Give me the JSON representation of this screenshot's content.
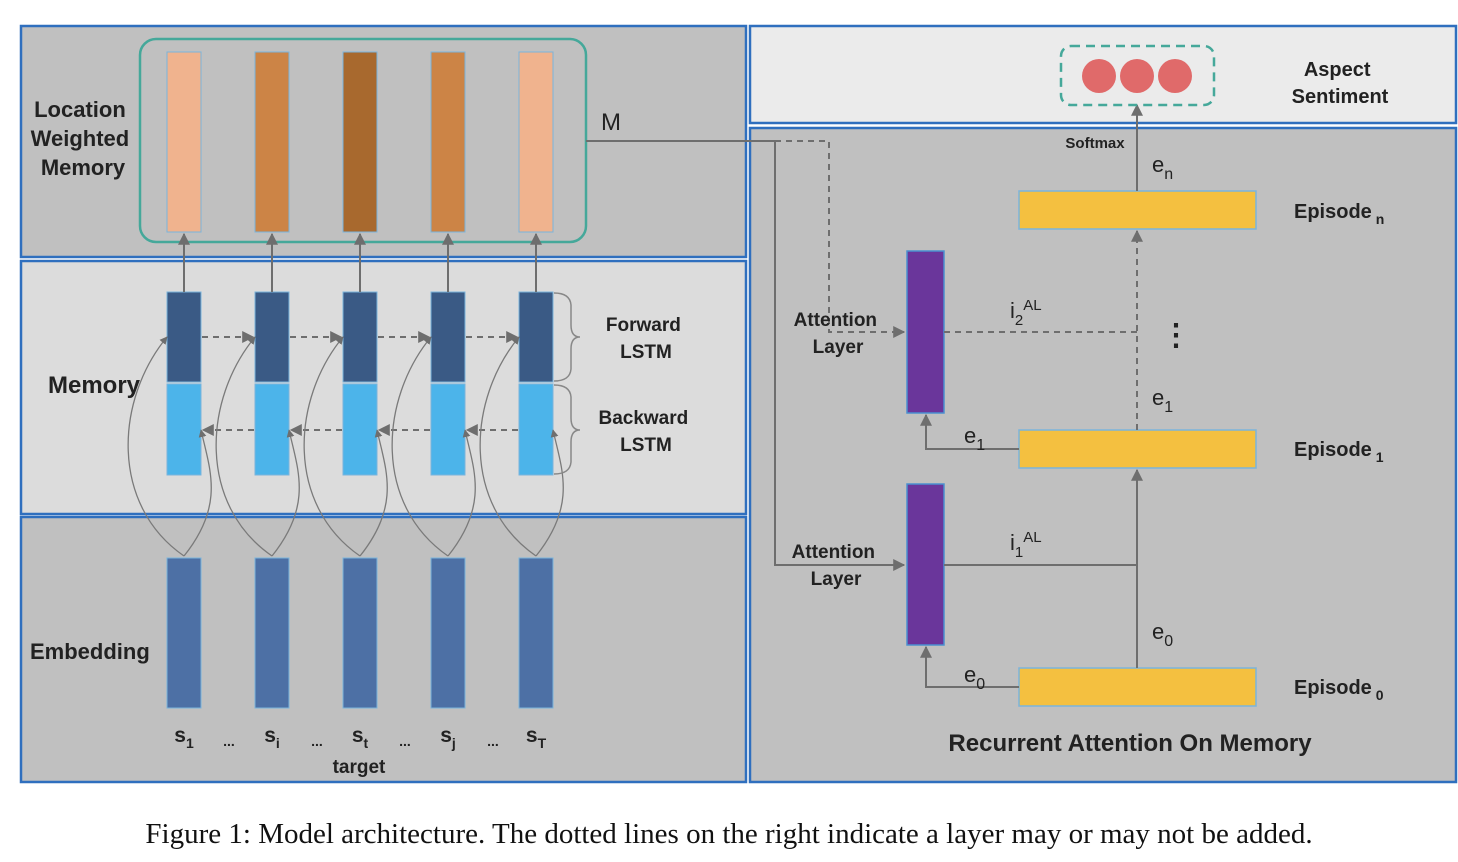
{
  "panels": {
    "location_memory": "Location Weighted Memory",
    "memory": "Memory",
    "embedding": "Embedding",
    "recurrent_title": "Recurrent Attention On Memory"
  },
  "labels": {
    "forward": "Forward LSTM",
    "backward": "Backward LSTM",
    "m": "M",
    "softmax": "Softmax",
    "aspect_sentiment": "Aspect Sentiment",
    "attention_layer": "Attention Layer",
    "target": "target",
    "vdots": "⋮"
  },
  "tokens": [
    {
      "base": "s",
      "sub": "1"
    },
    {
      "base": "s",
      "sub": "i"
    },
    {
      "base": "s",
      "sub": "t"
    },
    {
      "base": "s",
      "sub": "j"
    },
    {
      "base": "s",
      "sub": "T"
    }
  ],
  "ellipsis": "...",
  "episodes": [
    {
      "base": "Episode",
      "sub": "n"
    },
    {
      "base": "Episode",
      "sub": "1"
    },
    {
      "base": "Episode",
      "sub": "0"
    }
  ],
  "edges": {
    "en": {
      "base": "e",
      "sub": "n"
    },
    "e1_up": {
      "base": "e",
      "sub": "1"
    },
    "e0_up": {
      "base": "e",
      "sub": "0"
    },
    "e1_left": {
      "base": "e",
      "sub": "1"
    },
    "e0_left": {
      "base": "e",
      "sub": "0"
    },
    "i2": {
      "base": "i",
      "sub": "2",
      "sup": "AL"
    },
    "i1": {
      "base": "i",
      "sub": "1",
      "sup": "AL"
    }
  },
  "colors": {
    "panel_dark": "#c0c0c0",
    "panel_light": "#dcdcdc",
    "panel_top": "#ebebeb",
    "border_blue": "#2f6fbe",
    "memory_light": "#f0b38e",
    "memory_mid": "#cc8446",
    "memory_dark": "#a8692e",
    "lstm_forward": "#3a5a85",
    "lstm_backward": "#4cb4ea",
    "embedding": "#4d70a5",
    "attention": "#6a369b",
    "episode": "#f4c040",
    "dot": "#e06a6a",
    "teal": "#45a89a",
    "arrow": "#6e6e6e"
  },
  "caption": "Figure 1: Model architecture. The dotted lines on the right indicate a layer may or may not be added."
}
